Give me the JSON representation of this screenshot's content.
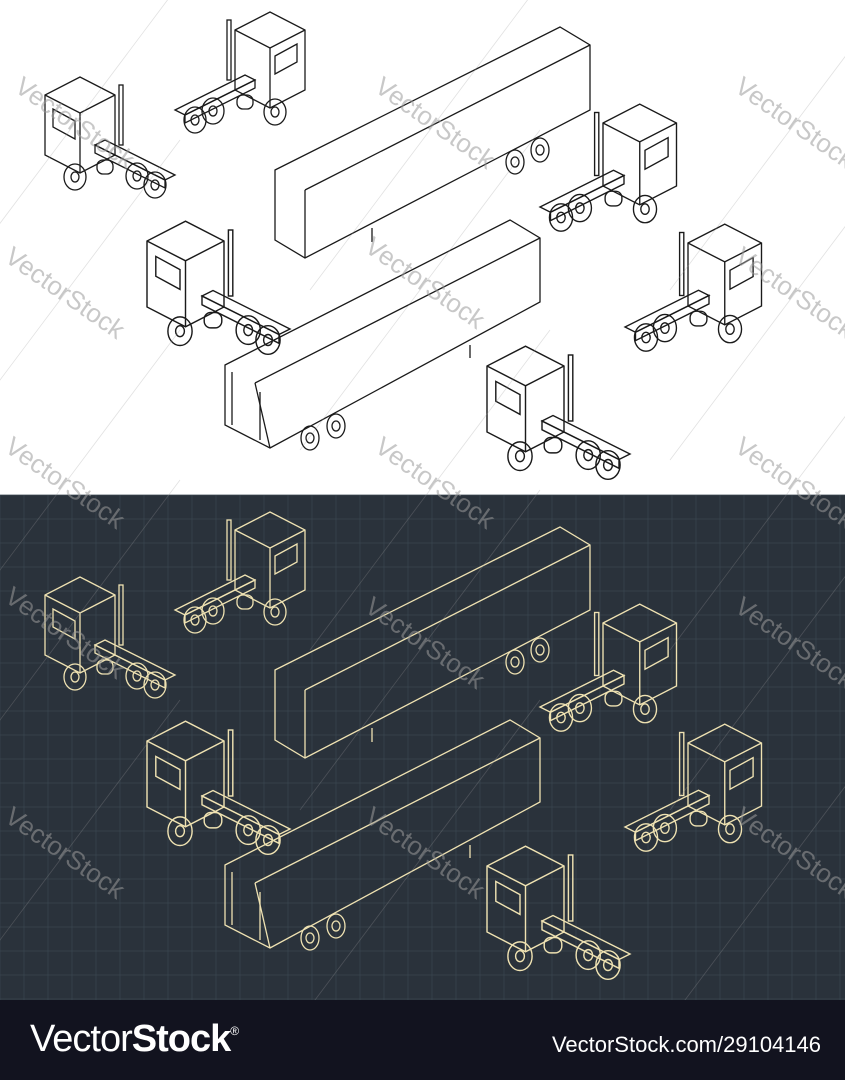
{
  "watermark": "VectorStock",
  "colors": {
    "light_background": "#ffffff",
    "light_line": "#1a1a1a",
    "dark_background": "#2a323b",
    "dark_grid": "#3a4650",
    "dark_line": "#efe2b2",
    "footer_background": "#12131f"
  },
  "footer": {
    "logo_light": "Vector",
    "logo_bold": "Stock",
    "logo_mark": "®",
    "image_ref": "VectorStock.com/29104146"
  }
}
